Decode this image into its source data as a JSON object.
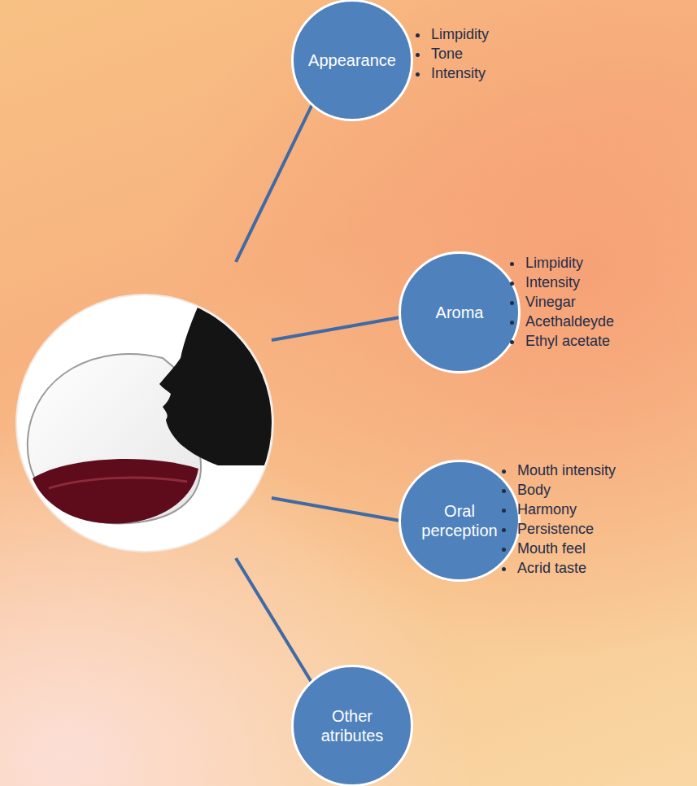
{
  "diagram": {
    "nodes": [
      {
        "text": [
          "Appearance"
        ]
      },
      {
        "text": [
          "Aroma"
        ]
      },
      {
        "text": [
          "Oral perception"
        ]
      },
      {
        "text": [
          "Other atributes"
        ]
      }
    ],
    "labels": [
      "Limpidity",
      "Tone",
      "Intensity",
      "Limpidity",
      "Intensity",
      "Vinegar",
      "Acethaldeyde",
      "Ethyl acetate",
      "Mouth intensity",
      "Body",
      "Harmony",
      "Persistence",
      "Mouth feel",
      "Acrid taste"
    ]
  }
}
